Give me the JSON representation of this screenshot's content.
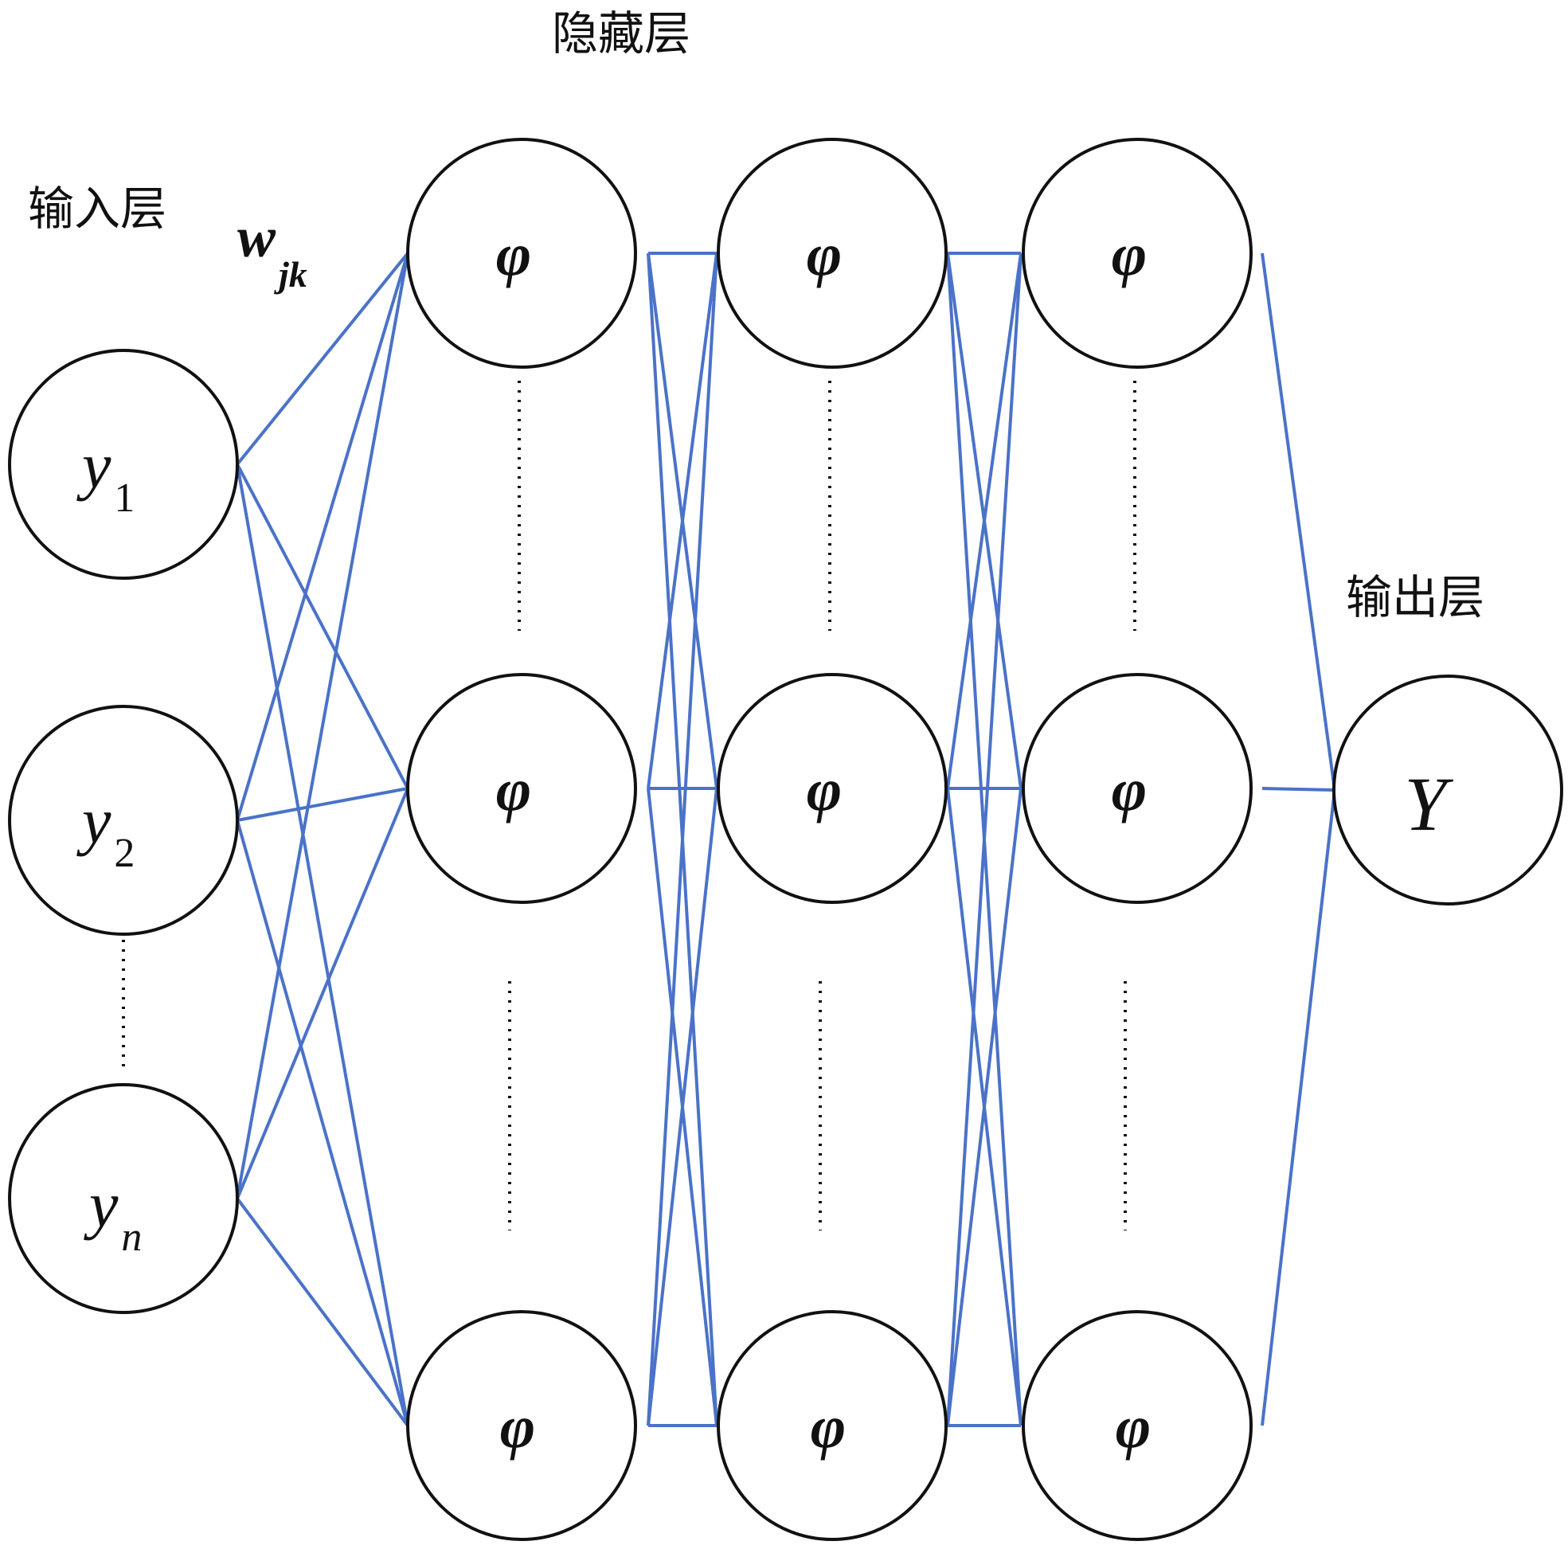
{
  "labels": {
    "input_layer": "输入层",
    "hidden_layer": "隐藏层",
    "output_layer": "输出层"
  },
  "weight": {
    "symbol": "w",
    "subscript": "jk"
  },
  "input_nodes": [
    {
      "symbol": "y",
      "subscript": "1"
    },
    {
      "symbol": "y",
      "subscript": "2"
    },
    {
      "symbol": "y",
      "subscript": "n"
    }
  ],
  "hidden_layers": [
    {
      "nodes": [
        "φ",
        "φ",
        "φ"
      ]
    },
    {
      "nodes": [
        "φ",
        "φ",
        "φ"
      ]
    },
    {
      "nodes": [
        "φ",
        "φ",
        "φ"
      ]
    }
  ],
  "output_node": {
    "symbol": "Y"
  },
  "colors": {
    "edge": "#4a72c8",
    "node_stroke": "#111111",
    "background": "#ffffff"
  }
}
